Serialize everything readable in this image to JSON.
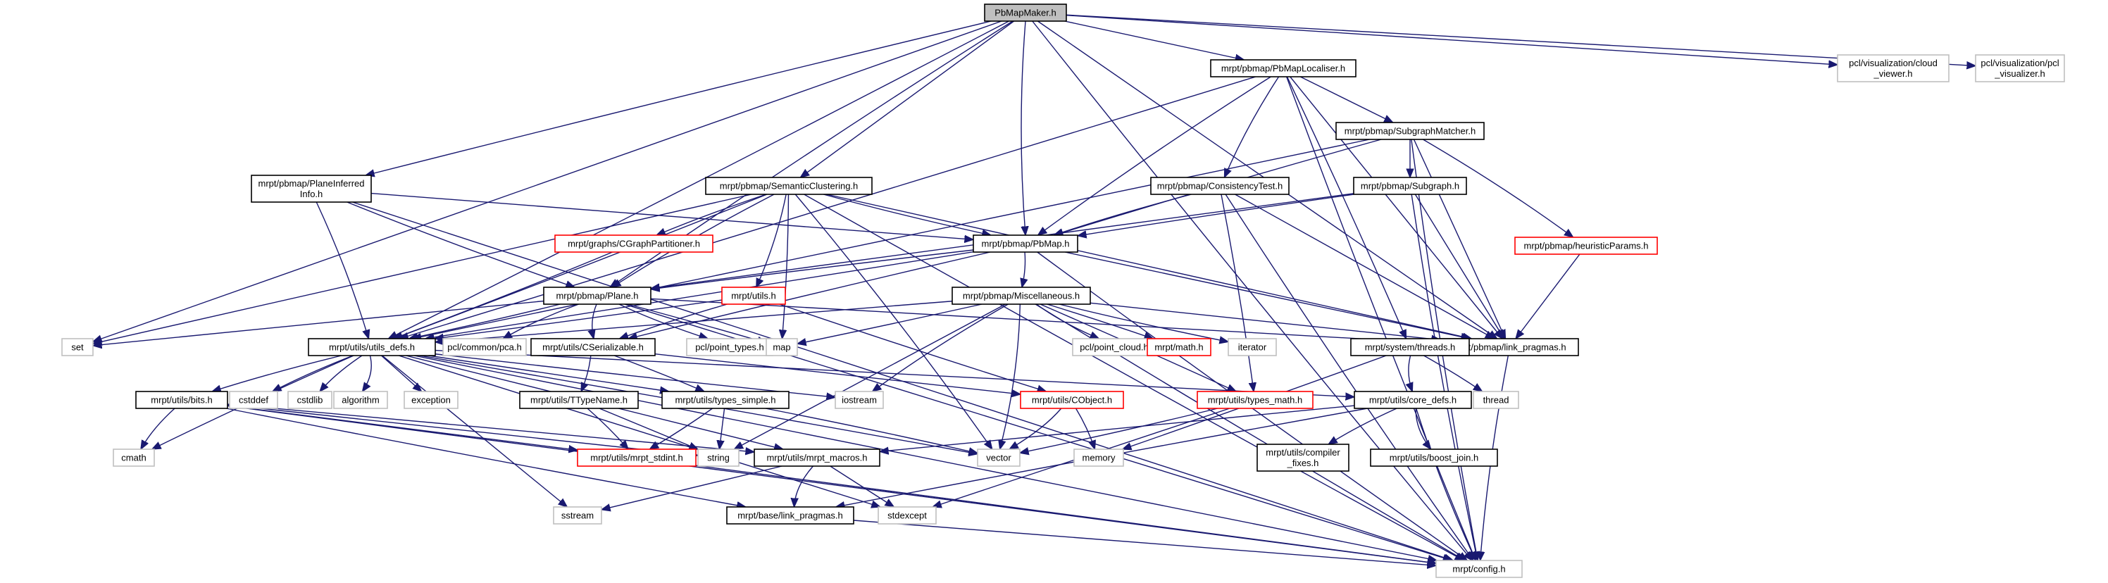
{
  "graph": {
    "edge_color": "#191970",
    "nodes": [
      {
        "id": "pbmapmaker",
        "label": [
          "PbMapMaker.h"
        ],
        "style": "root"
      },
      {
        "id": "localiser",
        "label": [
          "mrpt/pbmap/PbMapLocaliser.h"
        ],
        "style": "black"
      },
      {
        "id": "cloudviewer",
        "label": [
          "pcl/visualization/cloud",
          "_viewer.h"
        ],
        "style": "grey"
      },
      {
        "id": "pclvis",
        "label": [
          "pcl/visualization/pcl",
          "_visualizer.h"
        ],
        "style": "grey"
      },
      {
        "id": "subgraphmatcher",
        "label": [
          "mrpt/pbmap/SubgraphMatcher.h"
        ],
        "style": "black"
      },
      {
        "id": "planeinferred",
        "label": [
          "mrpt/pbmap/PlaneInferred",
          "Info.h"
        ],
        "style": "black"
      },
      {
        "id": "semantic",
        "label": [
          "mrpt/pbmap/SemanticClustering.h"
        ],
        "style": "black"
      },
      {
        "id": "consistency",
        "label": [
          "mrpt/pbmap/ConsistencyTest.h"
        ],
        "style": "black"
      },
      {
        "id": "subgraph",
        "label": [
          "mrpt/pbmap/Subgraph.h"
        ],
        "style": "black"
      },
      {
        "id": "cgraph",
        "label": [
          "mrpt/graphs/CGraphPartitioner.h"
        ],
        "style": "red"
      },
      {
        "id": "pbmap",
        "label": [
          "mrpt/pbmap/PbMap.h"
        ],
        "style": "black"
      },
      {
        "id": "heuristic",
        "label": [
          "mrpt/pbmap/heuristicParams.h"
        ],
        "style": "red"
      },
      {
        "id": "misc",
        "label": [
          "mrpt/pbmap/Miscellaneous.h"
        ],
        "style": "black"
      },
      {
        "id": "plane",
        "label": [
          "mrpt/pbmap/Plane.h"
        ],
        "style": "black"
      },
      {
        "id": "utilsh",
        "label": [
          "mrpt/utils.h"
        ],
        "style": "red"
      },
      {
        "id": "set",
        "label": [
          "set"
        ],
        "style": "grey"
      },
      {
        "id": "utilsdefs",
        "label": [
          "mrpt/utils/utils_defs.h"
        ],
        "style": "black"
      },
      {
        "id": "pca",
        "label": [
          "pcl/common/pca.h"
        ],
        "style": "grey"
      },
      {
        "id": "cserial",
        "label": [
          "mrpt/utils/CSerializable.h"
        ],
        "style": "black"
      },
      {
        "id": "pointtypes",
        "label": [
          "pcl/point_types.h"
        ],
        "style": "grey"
      },
      {
        "id": "map",
        "label": [
          "map"
        ],
        "style": "grey"
      },
      {
        "id": "pointcloud",
        "label": [
          "pcl/point_cloud.h"
        ],
        "style": "grey"
      },
      {
        "id": "math",
        "label": [
          "mrpt/math.h"
        ],
        "style": "red"
      },
      {
        "id": "iterator",
        "label": [
          "iterator"
        ],
        "style": "grey"
      },
      {
        "id": "linkpragmas",
        "label": [
          "mrpt/pbmap/link_pragmas.h"
        ],
        "style": "black"
      },
      {
        "id": "threads",
        "label": [
          "mrpt/system/threads.h"
        ],
        "style": "black"
      },
      {
        "id": "bits",
        "label": [
          "mrpt/utils/bits.h"
        ],
        "style": "black"
      },
      {
        "id": "cstddef",
        "label": [
          "cstddef"
        ],
        "style": "grey"
      },
      {
        "id": "cstdlib",
        "label": [
          "cstdlib"
        ],
        "style": "grey"
      },
      {
        "id": "algorithm",
        "label": [
          "algorithm"
        ],
        "style": "grey"
      },
      {
        "id": "exception",
        "label": [
          "exception"
        ],
        "style": "grey"
      },
      {
        "id": "ttypename",
        "label": [
          "mrpt/utils/TTypeName.h"
        ],
        "style": "black"
      },
      {
        "id": "typessimple",
        "label": [
          "mrpt/utils/types_simple.h"
        ],
        "style": "black"
      },
      {
        "id": "iostream",
        "label": [
          "iostream"
        ],
        "style": "grey"
      },
      {
        "id": "cobject",
        "label": [
          "mrpt/utils/CObject.h"
        ],
        "style": "red"
      },
      {
        "id": "typesmath",
        "label": [
          "mrpt/utils/types_math.h"
        ],
        "style": "red"
      },
      {
        "id": "thread",
        "label": [
          "thread"
        ],
        "style": "grey"
      },
      {
        "id": "coredefs",
        "label": [
          "mrpt/utils/core_defs.h"
        ],
        "style": "black"
      },
      {
        "id": "cmath",
        "label": [
          "cmath"
        ],
        "style": "grey"
      },
      {
        "id": "mrptstdint",
        "label": [
          "mrpt/utils/mrpt_stdint.h"
        ],
        "style": "red"
      },
      {
        "id": "string",
        "label": [
          "string"
        ],
        "style": "grey"
      },
      {
        "id": "mrptmacros",
        "label": [
          "mrpt/utils/mrpt_macros.h"
        ],
        "style": "black"
      },
      {
        "id": "vector",
        "label": [
          "vector"
        ],
        "style": "grey"
      },
      {
        "id": "memory",
        "label": [
          "memory"
        ],
        "style": "grey"
      },
      {
        "id": "compilerfixes",
        "label": [
          "mrpt/utils/compiler",
          "_fixes.h"
        ],
        "style": "black"
      },
      {
        "id": "boostjoin",
        "label": [
          "mrpt/utils/boost_join.h"
        ],
        "style": "black"
      },
      {
        "id": "sstream",
        "label": [
          "sstream"
        ],
        "style": "grey"
      },
      {
        "id": "baselink",
        "label": [
          "mrpt/base/link_pragmas.h"
        ],
        "style": "black"
      },
      {
        "id": "stdexcept",
        "label": [
          "stdexcept"
        ],
        "style": "grey"
      },
      {
        "id": "config",
        "label": [
          "mrpt/config.h"
        ],
        "style": "grey"
      }
    ],
    "edges": [
      [
        "pbmapmaker",
        "localiser"
      ],
      [
        "pbmapmaker",
        "cloudviewer"
      ],
      [
        "pbmapmaker",
        "pclvis"
      ],
      [
        "pbmapmaker",
        "planeinferred"
      ],
      [
        "pbmapmaker",
        "semantic"
      ],
      [
        "pbmapmaker",
        "pbmap"
      ],
      [
        "pbmapmaker",
        "plane"
      ],
      [
        "pbmapmaker",
        "set"
      ],
      [
        "pbmapmaker",
        "utilsdefs"
      ],
      [
        "pbmapmaker",
        "linkpragmas"
      ],
      [
        "pbmapmaker",
        "config"
      ],
      [
        "localiser",
        "subgraphmatcher"
      ],
      [
        "localiser",
        "consistency"
      ],
      [
        "localiser",
        "pbmap"
      ],
      [
        "localiser",
        "utilsdefs"
      ],
      [
        "localiser",
        "threads"
      ],
      [
        "localiser",
        "linkpragmas"
      ],
      [
        "localiser",
        "config"
      ],
      [
        "subgraphmatcher",
        "subgraph"
      ],
      [
        "subgraphmatcher",
        "heuristic"
      ],
      [
        "subgraphmatcher",
        "pbmap"
      ],
      [
        "subgraphmatcher",
        "utilsdefs"
      ],
      [
        "subgraphmatcher",
        "linkpragmas"
      ],
      [
        "subgraphmatcher",
        "config"
      ],
      [
        "planeinferred",
        "pbmap"
      ],
      [
        "planeinferred",
        "plane"
      ],
      [
        "planeinferred",
        "utilsdefs"
      ],
      [
        "planeinferred",
        "config"
      ],
      [
        "semantic",
        "cgraph"
      ],
      [
        "semantic",
        "pbmap"
      ],
      [
        "semantic",
        "plane"
      ],
      [
        "semantic",
        "utilsh"
      ],
      [
        "semantic",
        "set"
      ],
      [
        "semantic",
        "map"
      ],
      [
        "semantic",
        "vector"
      ],
      [
        "semantic",
        "utilsdefs"
      ],
      [
        "semantic",
        "linkpragmas"
      ],
      [
        "semantic",
        "config"
      ],
      [
        "consistency",
        "pbmap"
      ],
      [
        "consistency",
        "typesmath"
      ],
      [
        "consistency",
        "linkpragmas"
      ],
      [
        "consistency",
        "config"
      ],
      [
        "subgraph",
        "pbmap"
      ],
      [
        "subgraph",
        "plane"
      ],
      [
        "subgraph",
        "linkpragmas"
      ],
      [
        "subgraph",
        "config"
      ],
      [
        "cgraph",
        "utilsdefs"
      ],
      [
        "pbmap",
        "misc"
      ],
      [
        "pbmap",
        "plane"
      ],
      [
        "pbmap",
        "cserial"
      ],
      [
        "pbmap",
        "utilsdefs"
      ],
      [
        "pbmap",
        "linkpragmas"
      ],
      [
        "pbmap",
        "config"
      ],
      [
        "heuristic",
        "linkpragmas"
      ],
      [
        "misc",
        "pointcloud"
      ],
      [
        "misc",
        "math"
      ],
      [
        "misc",
        "iterator"
      ],
      [
        "misc",
        "map"
      ],
      [
        "misc",
        "string"
      ],
      [
        "misc",
        "iostream"
      ],
      [
        "misc",
        "typesmath"
      ],
      [
        "misc",
        "vector"
      ],
      [
        "misc",
        "utilsdefs"
      ],
      [
        "misc",
        "linkpragmas"
      ],
      [
        "misc",
        "config"
      ],
      [
        "plane",
        "set"
      ],
      [
        "plane",
        "pca"
      ],
      [
        "plane",
        "pointtypes"
      ],
      [
        "plane",
        "cserial"
      ],
      [
        "plane",
        "map"
      ],
      [
        "plane",
        "utilsdefs"
      ],
      [
        "plane",
        "linkpragmas"
      ],
      [
        "plane",
        "config"
      ],
      [
        "utilsh",
        "cserial"
      ],
      [
        "utilsh",
        "utilsdefs"
      ],
      [
        "utilsh",
        "cobject"
      ],
      [
        "utilsdefs",
        "bits"
      ],
      [
        "utilsdefs",
        "cstddef"
      ],
      [
        "utilsdefs",
        "cstdlib"
      ],
      [
        "utilsdefs",
        "algorithm"
      ],
      [
        "utilsdefs",
        "exception"
      ],
      [
        "utilsdefs",
        "typessimple"
      ],
      [
        "utilsdefs",
        "iostream"
      ],
      [
        "utilsdefs",
        "cmath"
      ],
      [
        "utilsdefs",
        "sstream"
      ],
      [
        "utilsdefs",
        "vector"
      ],
      [
        "utilsdefs",
        "stdexcept"
      ],
      [
        "utilsdefs",
        "coredefs"
      ],
      [
        "utilsdefs",
        "mrptmacros"
      ],
      [
        "utilsdefs",
        "config"
      ],
      [
        "cserial",
        "cobject"
      ],
      [
        "cserial",
        "ttypename"
      ],
      [
        "cserial",
        "typessimple"
      ],
      [
        "threads",
        "coredefs"
      ],
      [
        "threads",
        "thread"
      ],
      [
        "threads",
        "memory"
      ],
      [
        "bits",
        "cmath"
      ],
      [
        "bits",
        "mrptstdint"
      ],
      [
        "bits",
        "string"
      ],
      [
        "bits",
        "mrptmacros"
      ],
      [
        "bits",
        "baselink"
      ],
      [
        "bits",
        "config"
      ],
      [
        "ttypename",
        "mrptstdint"
      ],
      [
        "ttypename",
        "string"
      ],
      [
        "typessimple",
        "mrptstdint"
      ],
      [
        "typessimple",
        "string"
      ],
      [
        "typessimple",
        "vector"
      ],
      [
        "cobject",
        "vector"
      ],
      [
        "cobject",
        "memory"
      ],
      [
        "typesmath",
        "stdexcept"
      ],
      [
        "typesmath",
        "vector"
      ],
      [
        "coredefs",
        "compilerfixes"
      ],
      [
        "coredefs",
        "boostjoin"
      ],
      [
        "coredefs",
        "config"
      ],
      [
        "coredefs",
        "baselink"
      ],
      [
        "coredefs",
        "mrptmacros"
      ],
      [
        "mrptstdint",
        "config"
      ],
      [
        "mrptmacros",
        "sstream"
      ],
      [
        "mrptmacros",
        "stdexcept"
      ],
      [
        "mrptmacros",
        "baselink"
      ],
      [
        "baselink",
        "config"
      ],
      [
        "linkpragmas",
        "config"
      ]
    ]
  }
}
